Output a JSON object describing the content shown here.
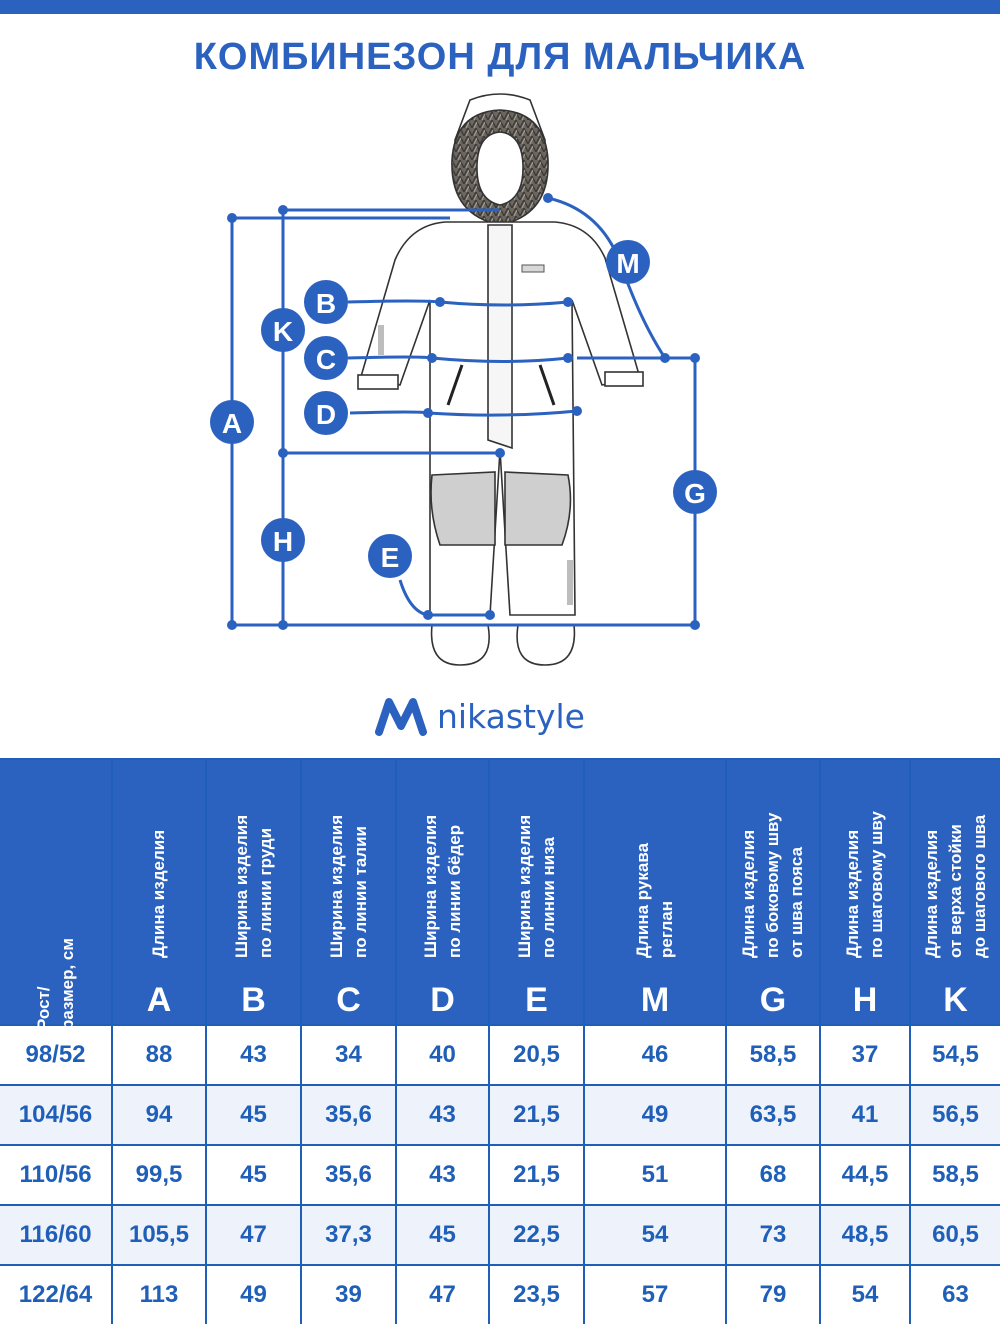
{
  "title": "КОМБИНЕЗОН ДЛЯ МАЛЬЧИКА",
  "brand": {
    "name": "nikastyle",
    "color": "#2b62c0"
  },
  "colors": {
    "accent": "#2b62c0",
    "text": "#1f5fb8",
    "row_alt": "#eef3fb"
  },
  "diagram": {
    "markers": [
      "A",
      "B",
      "K",
      "C",
      "D",
      "H",
      "E",
      "M",
      "G"
    ]
  },
  "table": {
    "headers": [
      {
        "label": "Рост/\nразмер, см",
        "letter": ""
      },
      {
        "label": "Длина изделия",
        "letter": "A"
      },
      {
        "label": "Ширина изделия\nпо линии груди",
        "letter": "B"
      },
      {
        "label": "Ширина изделия\nпо линии талии",
        "letter": "C"
      },
      {
        "label": "Ширина изделия\nпо линии бёдер",
        "letter": "D"
      },
      {
        "label": "Ширина изделия\nпо линии низа",
        "letter": "E"
      },
      {
        "label": "Длина  рукава\nреглан",
        "letter": "M"
      },
      {
        "label": "Длина изделия\nпо боковому шву\nот шва пояса",
        "letter": "G"
      },
      {
        "label": "Длина изделия\nпо шаговому шву",
        "letter": "H"
      },
      {
        "label": "Длина изделия\nот верха стойки\nдо шагового шва",
        "letter": "K"
      }
    ],
    "rows": [
      [
        "98/52",
        "88",
        "43",
        "34",
        "40",
        "20,5",
        "46",
        "58,5",
        "37",
        "54,5"
      ],
      [
        "104/56",
        "94",
        "45",
        "35,6",
        "43",
        "21,5",
        "49",
        "63,5",
        "41",
        "56,5"
      ],
      [
        "110/56",
        "99,5",
        "45",
        "35,6",
        "43",
        "21,5",
        "51",
        "68",
        "44,5",
        "58,5"
      ],
      [
        "116/60",
        "105,5",
        "47",
        "37,3",
        "45",
        "22,5",
        "54",
        "73",
        "48,5",
        "60,5"
      ],
      [
        "122/64",
        "113",
        "49",
        "39",
        "47",
        "23,5",
        "57",
        "79",
        "54",
        "63"
      ]
    ]
  }
}
